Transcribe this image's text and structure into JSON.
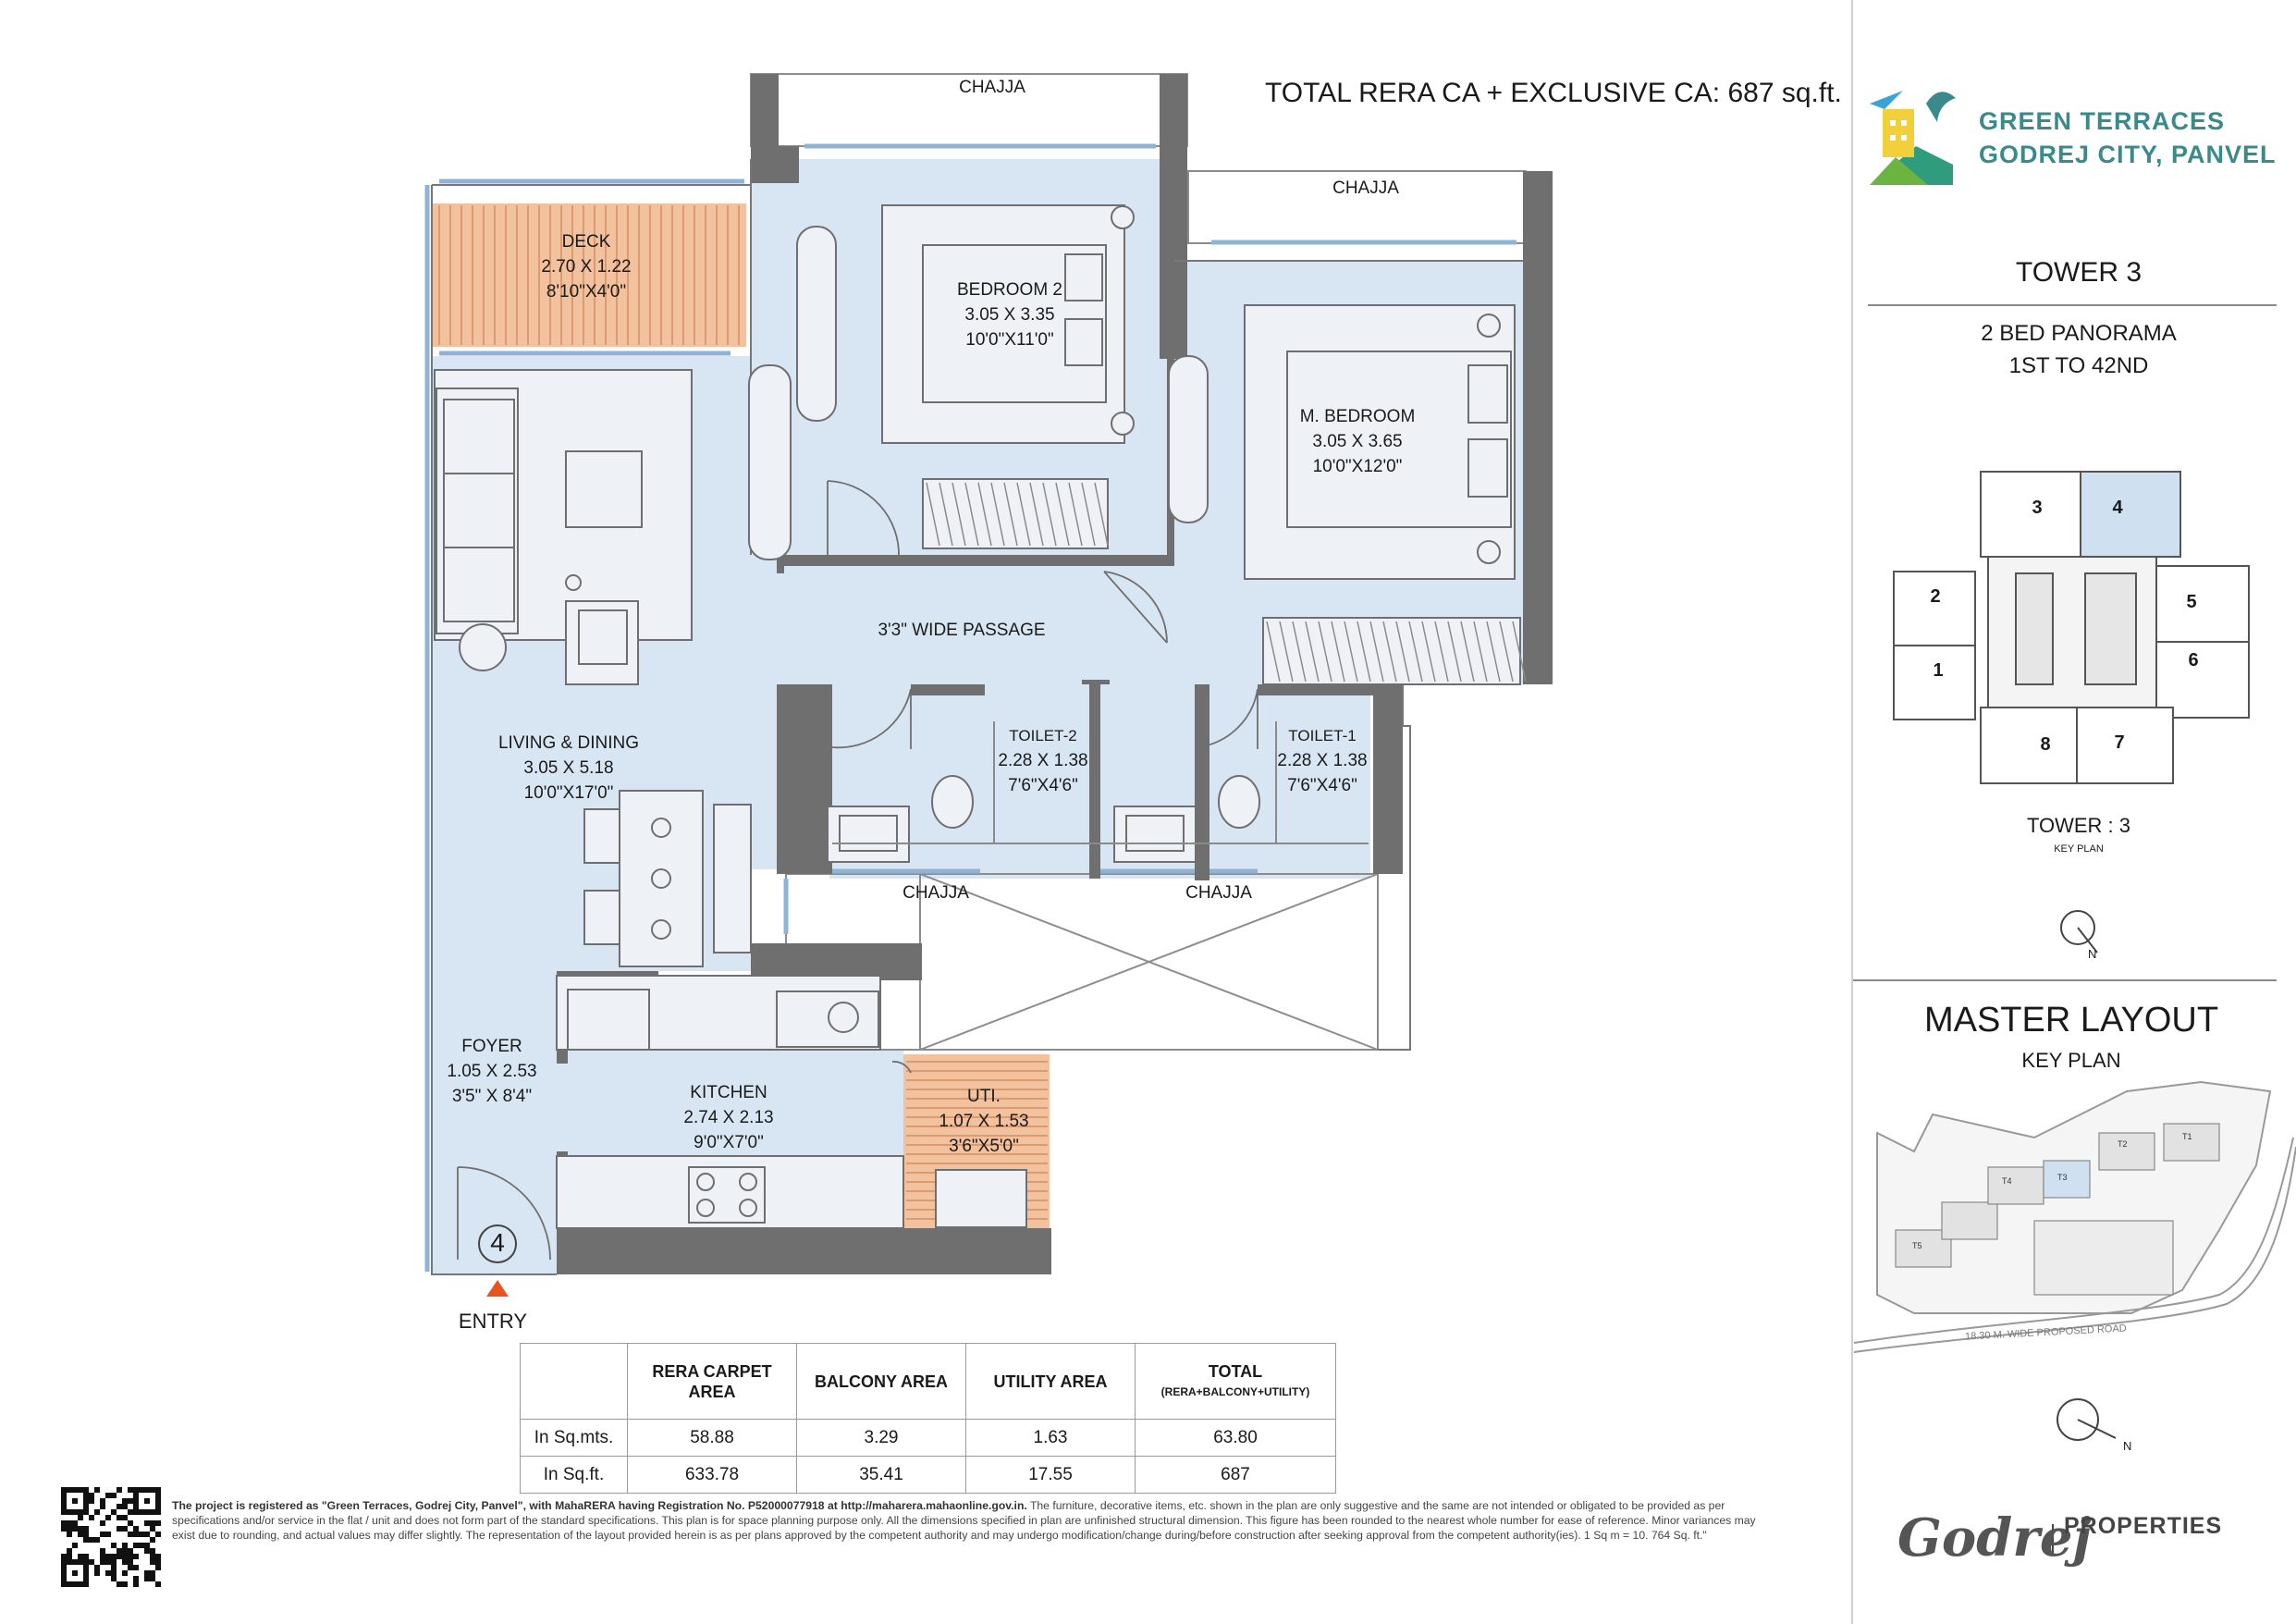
{
  "header": {
    "total_area": "TOTAL RERA CA + EXCLUSIVE CA: 687 sq.ft."
  },
  "rooms": {
    "deck": {
      "name": "DECK",
      "metric": "2.70 X 1.22",
      "imperial": "8'10\"X4'0\""
    },
    "bedroom2": {
      "name": "BEDROOM 2",
      "metric": "3.05 X 3.35",
      "imperial": "10'0\"X11'0\""
    },
    "master": {
      "name": "M. BEDROOM",
      "metric": "3.05 X 3.65",
      "imperial": "10'0\"X12'0\""
    },
    "passage": {
      "name": "3'3\" WIDE PASSAGE"
    },
    "living": {
      "name": "LIVING & DINING",
      "metric": "3.05 X 5.18",
      "imperial": "10'0\"X17'0\""
    },
    "toilet2": {
      "name": "TOILET-2",
      "metric": "2.28 X 1.38",
      "imperial": "7'6\"X4'6\""
    },
    "toilet1": {
      "name": "TOILET-1",
      "metric": "2.28 X 1.38",
      "imperial": "7'6\"X4'6\""
    },
    "foyer": {
      "name": "FOYER",
      "metric": "1.05 X 2.53",
      "imperial": "3'5\" X 8'4\""
    },
    "kitchen": {
      "name": "KITCHEN",
      "metric": "2.74 X 2.13",
      "imperial": "9'0\"X7'0\""
    },
    "utility": {
      "name": "UTI.",
      "metric": "1.07 X 1.53",
      "imperial": "3'6\"X5'0\""
    }
  },
  "chajja_labels": [
    "CHAJJA",
    "CHAJJA",
    "CHAJJA",
    "CHAJJA"
  ],
  "entry": {
    "label": "ENTRY",
    "unit_number": "4"
  },
  "area_table": {
    "headers": [
      "RERA CARPET AREA",
      "BALCONY AREA",
      "UTILITY AREA",
      "TOTAL"
    ],
    "total_sub": "(RERA+BALCONY+UTILITY)",
    "rows": [
      {
        "label": "In Sq.mts.",
        "values": [
          "58.88",
          "3.29",
          "1.63",
          "63.80"
        ]
      },
      {
        "label": "In Sq.ft.",
        "values": [
          "633.78",
          "35.41",
          "17.55",
          "687"
        ]
      }
    ]
  },
  "brand": {
    "line1": "GREEN TERRACES",
    "line2": "GODREJ CITY, PANVEL",
    "accent": "#3a8a8c"
  },
  "sidebar": {
    "tower": "TOWER 3",
    "type": "2 BED PANORAMA",
    "floors": "1ST TO 42ND",
    "key_plan_title": "TOWER : 3",
    "key_plan_sub": "KEY PLAN",
    "units": [
      "1",
      "2",
      "3",
      "4",
      "5",
      "6",
      "7",
      "8"
    ],
    "highlight_unit": "4",
    "master_title": "MASTER LAYOUT",
    "master_sub": "KEY PLAN",
    "road_label": "18.30 M. WIDE PROPOSED ROAD",
    "map_towers": [
      "T1",
      "T2",
      "T3",
      "T4",
      "T5"
    ],
    "north": "N"
  },
  "footer": {
    "bold_lead": "The project is registered as \"Green Terraces, Godrej City, Panvel\", with MahaRERA having Registration No. P52000077918 at http://maharera.mahaonline.gov.in.",
    "text": " The furniture, decorative items, etc. shown in the plan are only suggestive and the same are not intended or obligated to be provided as per specifications and/or service in the flat / unit and does not form part of the standard specifications. This plan is for space planning purpose only. All the dimensions specified in plan are unfinished structural dimension. This figure has been rounded to the nearest whole number for ease of reference. Minor variances may exist due to rounding, and actual values may differ slightly. The representation of the layout provided herein is as per plans approved by the competent authority and may undergo modification/change during/before construction after seeking approval from the competent authority(ies). 1 Sq m = 10. 764 Sq. ft.\"",
    "logo_script": "Godrej",
    "logo_word": "PROPERTIES"
  },
  "colors": {
    "room_fill": "#d8e6f4",
    "wall": "#6f6f6f",
    "deck_fill": "#f2c29f",
    "entry_arrow": "#e8531e"
  }
}
